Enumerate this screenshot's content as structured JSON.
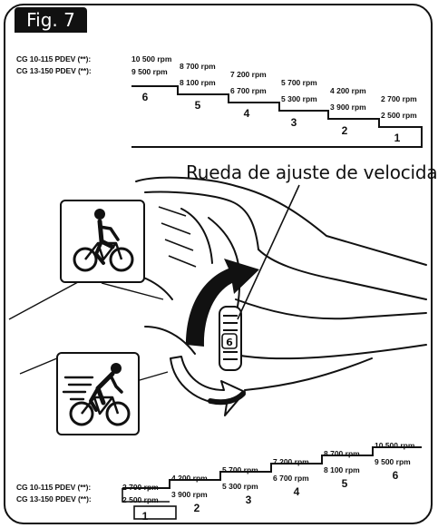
{
  "figure_label": "Fig. 7",
  "caption": "Rueda de ajuste de velocidad",
  "top_table": {
    "model_a": "CG 10-115 PDEV (**):",
    "model_b": "CG 13-150 PDEV (**):",
    "steps": [
      {
        "num": "6",
        "rpm_a": "10 500 rpm",
        "rpm_b": "9 500 rpm"
      },
      {
        "num": "5",
        "rpm_a": "8 700 rpm",
        "rpm_b": "8 100 rpm"
      },
      {
        "num": "4",
        "rpm_a": "7 200 rpm",
        "rpm_b": "6 700 rpm"
      },
      {
        "num": "3",
        "rpm_a": "5 700 rpm",
        "rpm_b": "5 300 rpm"
      },
      {
        "num": "2",
        "rpm_a": "4 200 rpm",
        "rpm_b": "3 900 rpm"
      },
      {
        "num": "1",
        "rpm_a": "2 700 rpm",
        "rpm_b": "2 500 rpm"
      }
    ]
  },
  "bottom_table": {
    "model_a": "CG 10-115 PDEV (**):",
    "model_b": "CG 13-150 PDEV (**):",
    "steps": [
      {
        "num": "1",
        "rpm_a": "2 700 rpm",
        "rpm_b": "2 500 rpm"
      },
      {
        "num": "2",
        "rpm_a": "4 200 rpm",
        "rpm_b": "3 900 rpm"
      },
      {
        "num": "3",
        "rpm_a": "5 700 rpm",
        "rpm_b": "5 300 rpm"
      },
      {
        "num": "4",
        "rpm_a": "7 200 rpm",
        "rpm_b": "6 700 rpm"
      },
      {
        "num": "5",
        "rpm_a": "8 700 rpm",
        "rpm_b": "8 100 rpm"
      },
      {
        "num": "6",
        "rpm_a": "10 500 rpm",
        "rpm_b": "9 500 rpm"
      }
    ]
  },
  "icons": {
    "slow": "slow-cyclist-icon",
    "fast": "fast-cyclist-icon",
    "wheel": "speed-wheel-icon"
  }
}
